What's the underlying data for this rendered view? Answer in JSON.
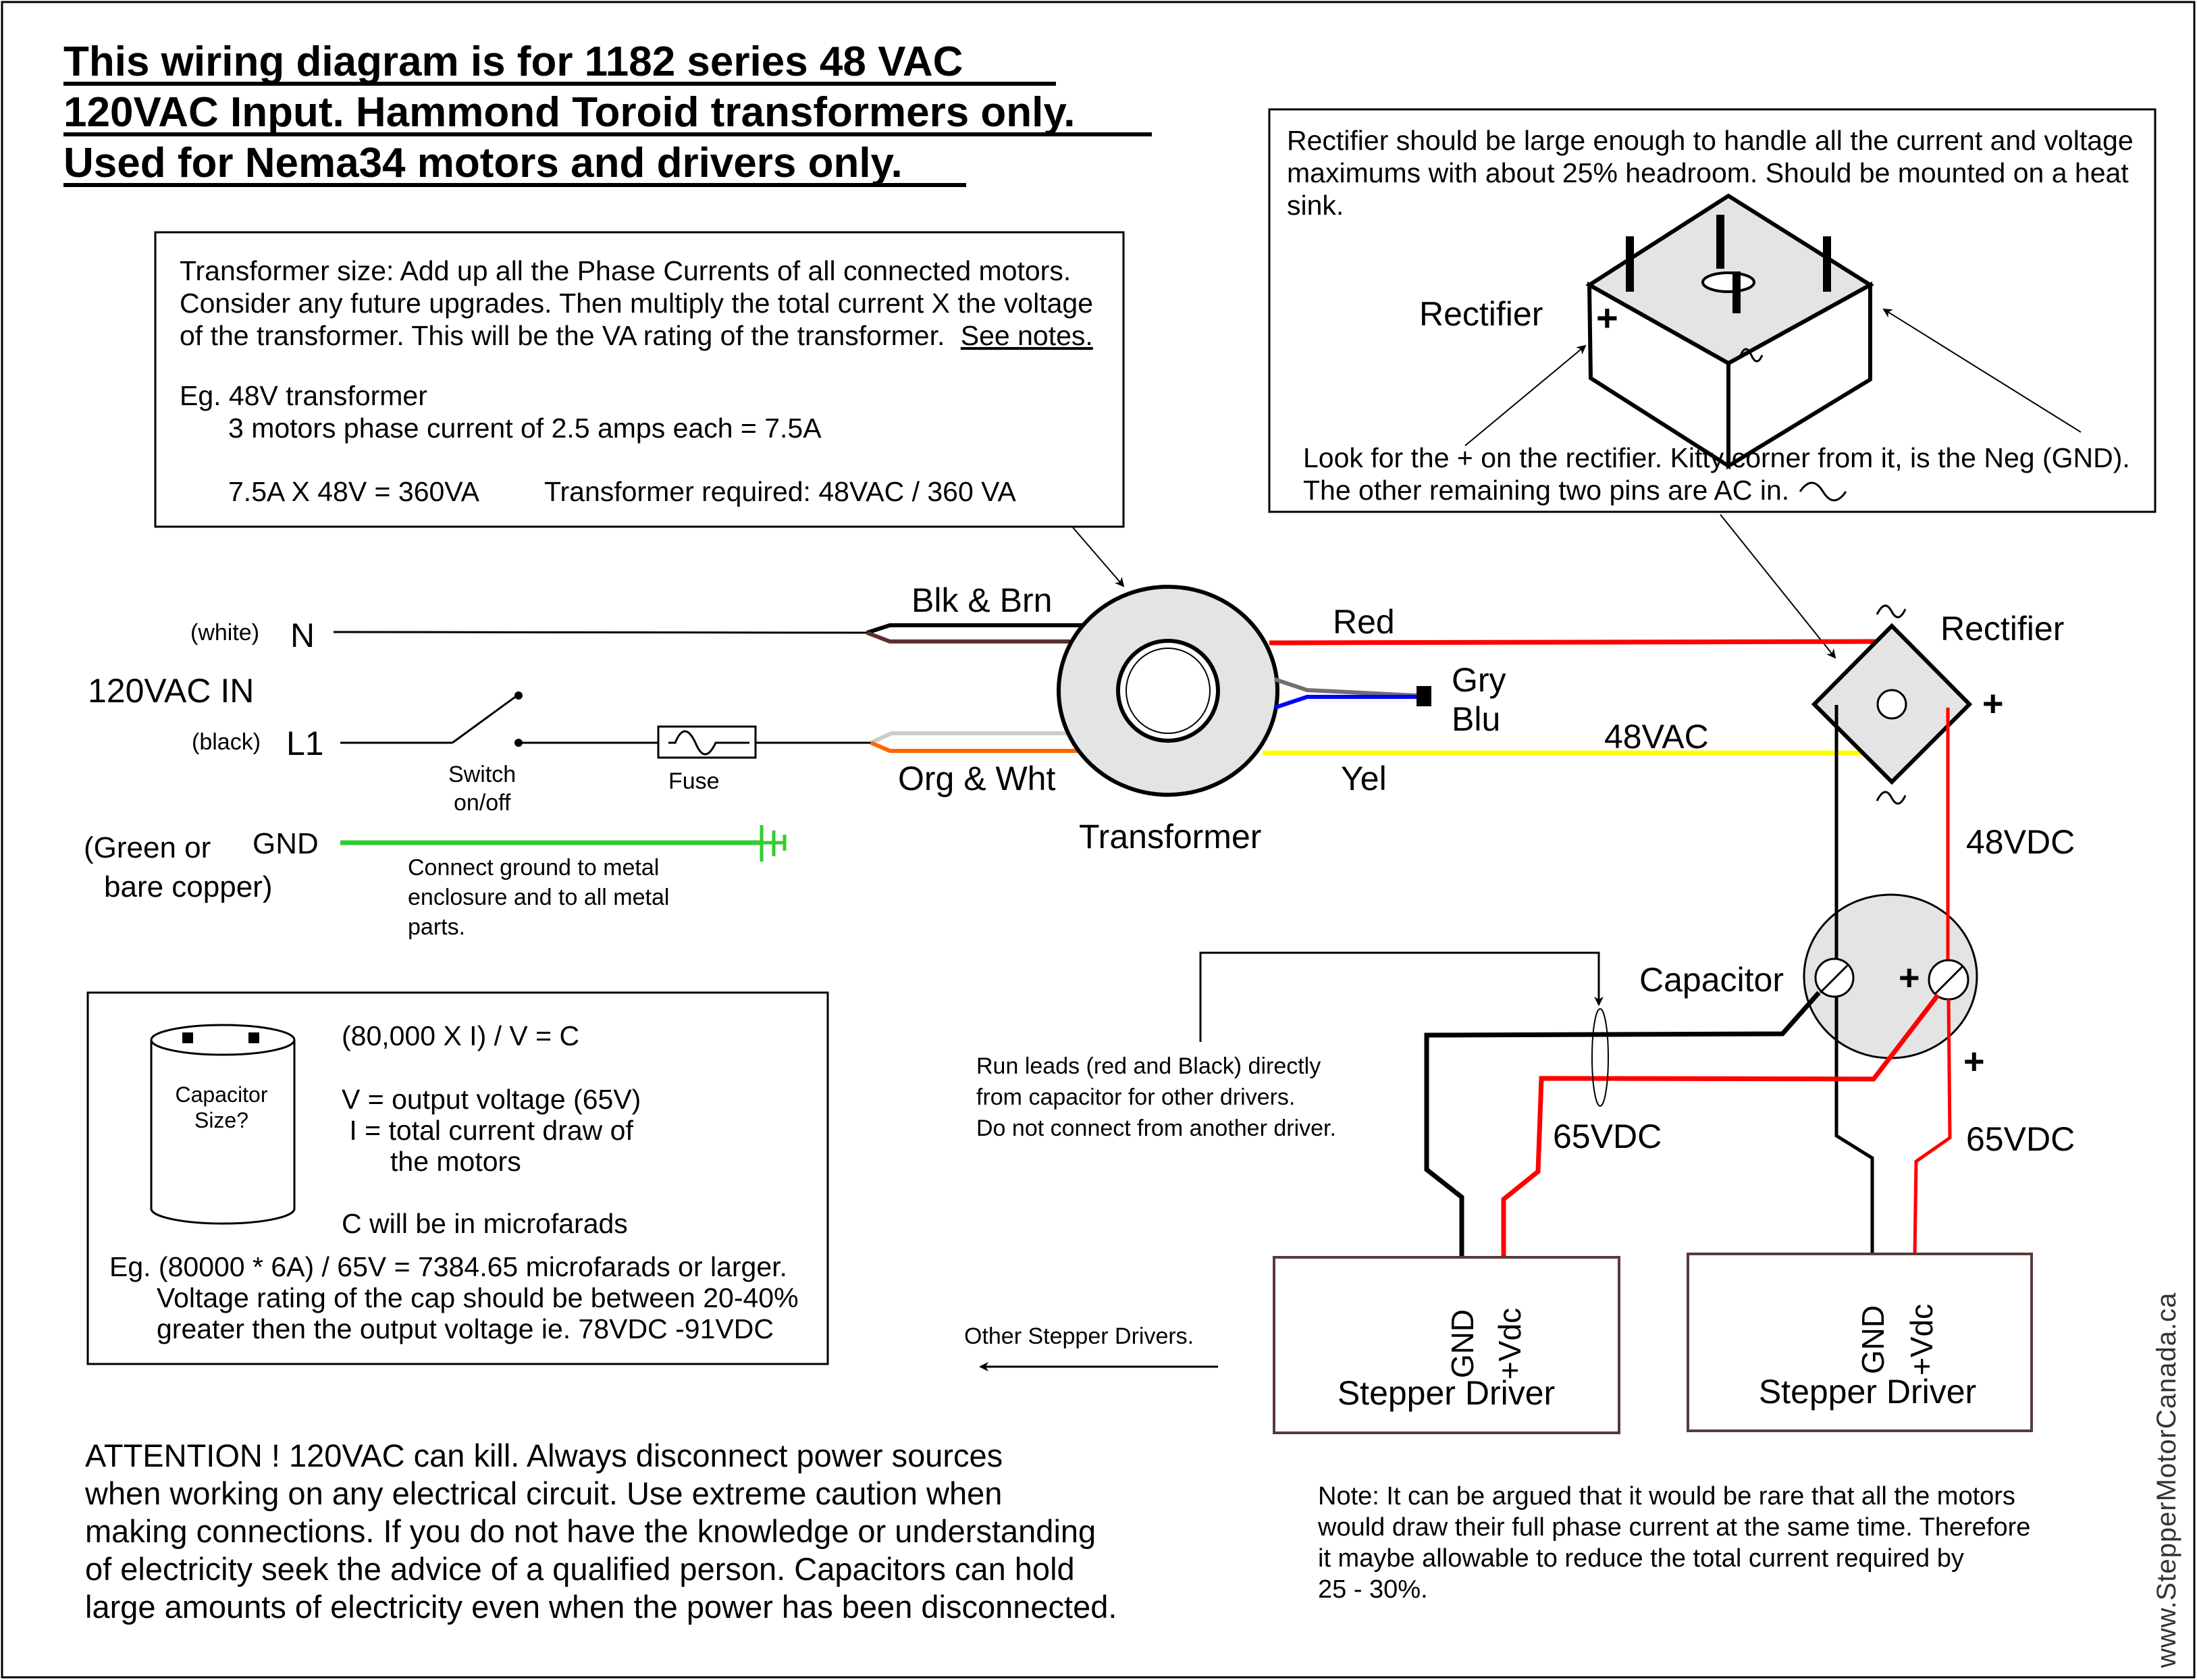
{
  "title": {
    "lines": [
      "This wiring diagram is for 1182 series 48 VAC ",
      "120VAC Input. Hammond Toroid transformers only.",
      "Used for Nema34 motors and drivers only."
    ]
  },
  "transformer_note": {
    "lines": [
      "Transformer size: Add up all the Phase Currents of all connected motors.",
      "Consider any future upgrades. Then multiply the total current X the voltage",
      "of the transformer. This will be the VA rating of the transformer."
    ],
    "see_notes_link": "See notes.",
    "example_heading": "Eg. 48V transformer",
    "example_line1": "3 motors phase current of 2.5 amps each = 7.5A",
    "example_calc": "7.5A X 48V = 360VA",
    "example_required": "Transformer required:  48VAC / 360 VA"
  },
  "rectifier_note": {
    "lines": [
      "Rectifier should be large enough to handle all the current and voltage",
      "maximums with about 25% headroom. Should be mounted on a heat",
      "sink."
    ],
    "illustration_label": "Rectifier",
    "plus_symbol": "+",
    "ac_symbol": "~",
    "footer_lines": [
      "Look for the + on the rectifier. Kitty corner from it, is the Neg (GND).",
      "The other remaining two pins are AC in."
    ]
  },
  "input": {
    "section_label": "120VAC IN",
    "neutral_color": "(white)",
    "neutral_label": "N",
    "line_color": "(black)",
    "line_label": "L1",
    "ground_color_line1": "(Green or",
    "ground_color_line2": "bare copper)",
    "ground_label": "GND",
    "switch_label_line1": "Switch",
    "switch_label_line2": "on/off",
    "fuse_label": "Fuse",
    "ground_note": [
      "Connect ground to metal",
      "enclosure and to all metal",
      "parts."
    ]
  },
  "transformer": {
    "label": "Transformer",
    "primary_top_label": "Blk & Brn",
    "primary_bottom_label": "Org & Wht",
    "secondary_red_label": "Red",
    "secondary_yel_label": "Yel",
    "unused_label_line1": "Gry",
    "unused_label_line2": "Blu",
    "output_label": "48VAC"
  },
  "rectifier": {
    "label": "Rectifier",
    "plus_symbol": "+",
    "ac_symbol": "~",
    "output_label": "48VDC"
  },
  "capacitor": {
    "label": "Capacitor",
    "plus_symbol": "+",
    "leads_note": [
      "Run leads (red and Black) directly",
      "from capacitor for other drivers.",
      "Do not connect from another driver."
    ]
  },
  "drivers": [
    {
      "label": "Stepper Driver",
      "gnd_pin": "GND",
      "vdc_pin": "+Vdc",
      "voltage_label": "65VDC"
    },
    {
      "label": "Stepper Driver",
      "gnd_pin": "GND",
      "vdc_pin": "+Vdc",
      "voltage_label": "65VDC",
      "plus_symbol": "+"
    }
  ],
  "other_drivers_label": "Other Stepper Drivers.",
  "capacitor_note": {
    "illustration_label_line1": "Capacitor",
    "illustration_label_line2": "Size?",
    "formula": "(80,000 X I) / V = C",
    "v_def": "V = output voltage (65V)",
    "i_def_line1": " I = total current draw of",
    "i_def_line2": "the motors",
    "unit_note": "C will be in microfarads",
    "example_lines": [
      "Eg. (80000 * 6A) / 65V = 7384.65 microfarads or larger.",
      "Voltage rating of the cap should be between 20-40%",
      "greater then the output voltage ie. 78VDC -91VDC"
    ]
  },
  "attention": {
    "lines": [
      "ATTENTION !  120VAC can kill. Always disconnect power sources",
      "when working on any electrical circuit. Use extreme caution when",
      "making connections. If you do not have the knowledge or understanding",
      "of electricity seek the advice of a qualified person. Capacitors can hold",
      "large amounts of electricity even when the power has been disconnected."
    ]
  },
  "footnote": {
    "lines": [
      "Note: It can be argued that it would be rare that all the motors",
      "would draw their full phase current at the same time. Therefore",
      "it maybe allowable to reduce the total current required by",
      "25 - 30%."
    ]
  },
  "watermark": "www.StepperMotorCanada.ca",
  "colors": {
    "red_wire": "#ff0000",
    "yellow_wire": "#ffff00",
    "blue_wire": "#0000ff",
    "gray_wire": "#707070",
    "brown_wire": "#5a3030",
    "orange_wire": "#ff6600",
    "white_wire": "#cccccc",
    "ground_wire": "#33cc33",
    "component_fill": "#e4e4e4",
    "driver_border": "#5a3a3a"
  }
}
